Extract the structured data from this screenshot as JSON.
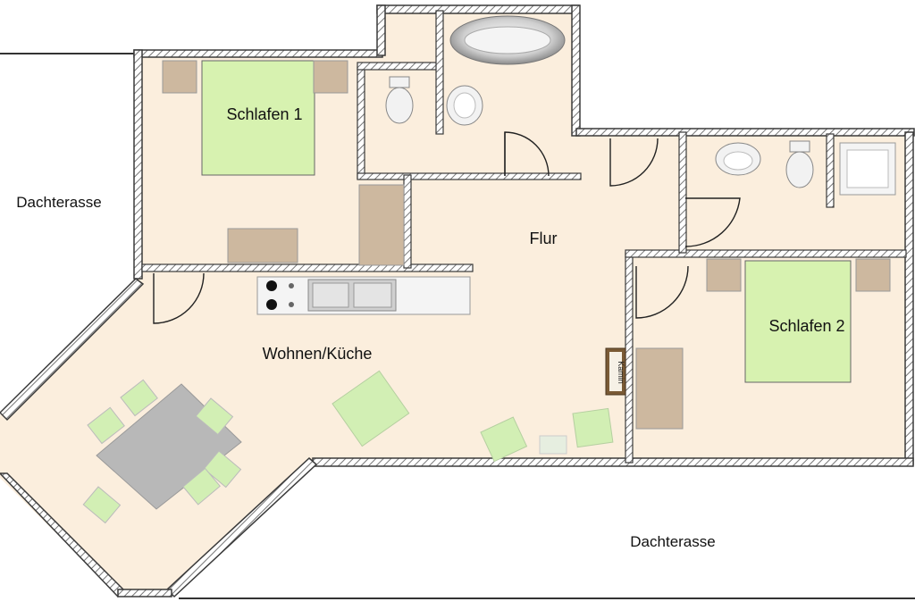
{
  "floor_plan": {
    "rooms": {
      "schlafen_1": "Schlafen 1",
      "schlafen_2": "Schlafen 2",
      "flur": "Flur",
      "wohnen_kueche": "Wohnen/Küche"
    },
    "terraces": {
      "left": "Dachterasse",
      "bottom": "Dachterasse"
    },
    "fireplace": "Kamin"
  },
  "colors": {
    "floor": "#fbeedd",
    "wall": "#3a3a3a",
    "bed": "#d7f2b0",
    "furniture_brown": "#cdb89f",
    "chair_green": "#d2efb4",
    "table_grey": "#b8b8b8",
    "fixture": "#e9e9e9"
  }
}
